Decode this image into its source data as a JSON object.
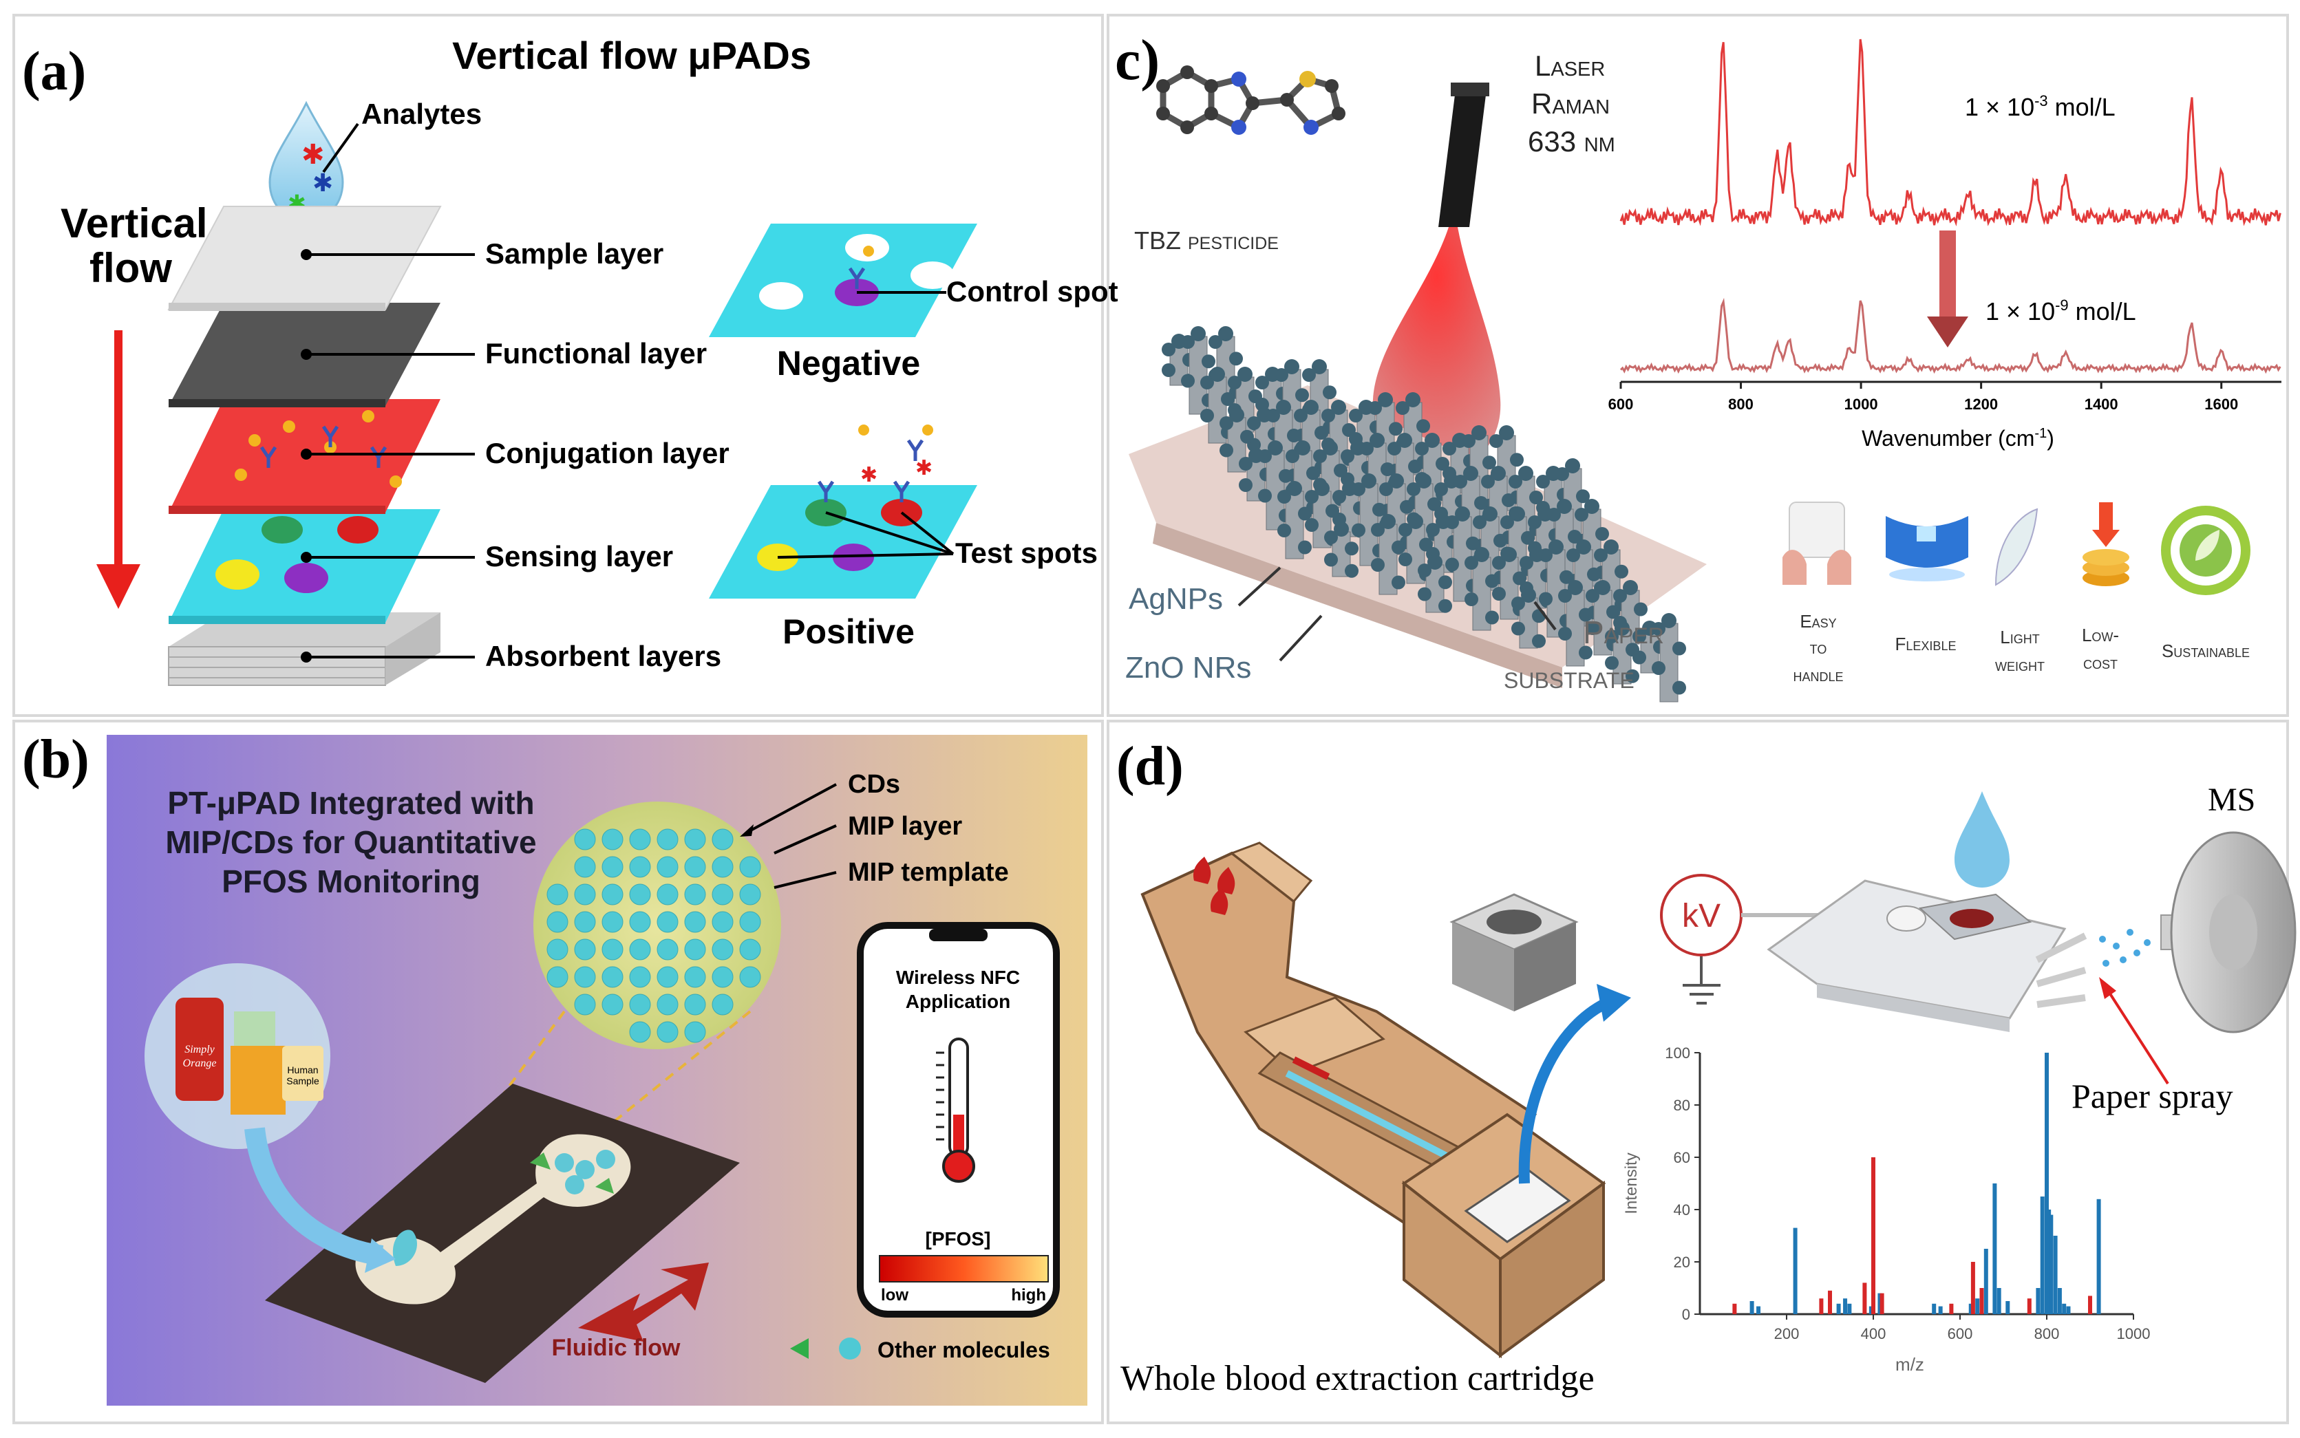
{
  "panel_a": {
    "letter": "(a)",
    "title": "Vertical flow μPADs",
    "analytes": "Analytes",
    "flow_label_1": "Vertical",
    "flow_label_2": "flow",
    "layers": [
      "Sample layer",
      "Functional layer",
      "Conjugation layer",
      "Sensing layer",
      "Absorbent layers"
    ],
    "control_spot": "Control spot",
    "negative": "Negative",
    "test_spots": "Test spots",
    "positive": "Positive",
    "colors": {
      "layer_top": "#e5e5e5",
      "functional": "#555555",
      "conjugation": "#ee3b3b",
      "sensing": "#3fd9e8",
      "arrow": "#e8201c"
    }
  },
  "panel_b": {
    "letter": "(b)",
    "title_lines": [
      "PT-μPAD Integrated with",
      "MIP/CDs for Quantitative",
      "PFOS Monitoring"
    ],
    "labels": [
      "CDs",
      "MIP layer",
      "MIP template"
    ],
    "phone_title_lines": [
      "Wireless NFC",
      "Application"
    ],
    "pfos": "[PFOS]",
    "low": "low",
    "high": "high",
    "flow": "Fluidic flow",
    "other": "Other molecules",
    "juice_label_1": "Simply",
    "juice_label_2": "Orange",
    "sample_label_1": "Human",
    "sample_label_2": "Sample",
    "colors": {
      "bg_left": "#8a78d8",
      "bg_right": "#e8c88a",
      "cd": "#4fc9d4"
    }
  },
  "panel_c": {
    "letter": "c)",
    "molecule": "TBZ pesticide",
    "laser_lines": [
      "Laser",
      "Raman",
      "633 nm"
    ],
    "agnps": "AgNPs",
    "zno": "ZnO NRs",
    "paper_lines": [
      "Paper",
      "substrate"
    ],
    "conc_high": "1 × 10",
    "exp_high": "-3",
    "unit": " mol/L",
    "conc_low": "1 × 10",
    "exp_low": "-9",
    "xlabel": "Wavenumber (cm",
    "xlabel_exp": "-1",
    "xlabel_end": ")",
    "ticks": [
      "600",
      "800",
      "1000",
      "1200",
      "1400",
      "1600"
    ],
    "features": [
      {
        "lines": [
          "Easy",
          "to",
          "handle"
        ],
        "icon": "hand-icon"
      },
      {
        "lines": [
          "Flexible"
        ],
        "icon": "flexible-sheet-icon"
      },
      {
        "lines": [
          "Light",
          "weight"
        ],
        "icon": "feather-icon"
      },
      {
        "lines": [
          "Low-",
          "cost"
        ],
        "icon": "coins-icon"
      },
      {
        "lines": [
          "Sustainable"
        ],
        "icon": "recycle-leaf-icon"
      }
    ],
    "colors": {
      "spectrum_high": "#e23a3a",
      "spectrum_low": "#c86a6a"
    }
  },
  "panel_d": {
    "letter": "(d)",
    "kv": "kV",
    "ms": "MS",
    "paper_spray": "Paper spray",
    "cartridge": "Whole  blood extraction  cartridge",
    "chart_data": {
      "type": "bar",
      "xlabel": "m/z",
      "ylabel": "Intensity",
      "xlim": [
        0,
        1000
      ],
      "ylim": [
        0,
        100
      ],
      "x_ticks": [
        "200",
        "400",
        "600",
        "800",
        "1000"
      ],
      "y_ticks": [
        "0",
        "20",
        "40",
        "60",
        "80",
        "100"
      ],
      "series": [
        {
          "color": "#1f77b4",
          "x": [
            120,
            135,
            220,
            320,
            335,
            345,
            395,
            415,
            540,
            555,
            625,
            640,
            660,
            680,
            690,
            710,
            780,
            790,
            800,
            805,
            810,
            820,
            830,
            840,
            850,
            920
          ],
          "values": [
            5,
            3,
            33,
            4,
            6,
            4,
            3,
            8,
            4,
            3,
            4,
            6,
            25,
            50,
            10,
            5,
            10,
            45,
            100,
            40,
            38,
            30,
            10,
            4,
            3,
            44
          ]
        },
        {
          "color": "#d62728",
          "x": [
            80,
            280,
            300,
            380,
            400,
            420,
            580,
            630,
            650,
            760,
            900
          ],
          "values": [
            4,
            6,
            9,
            12,
            60,
            8,
            4,
            20,
            10,
            6,
            7
          ]
        }
      ]
    }
  }
}
